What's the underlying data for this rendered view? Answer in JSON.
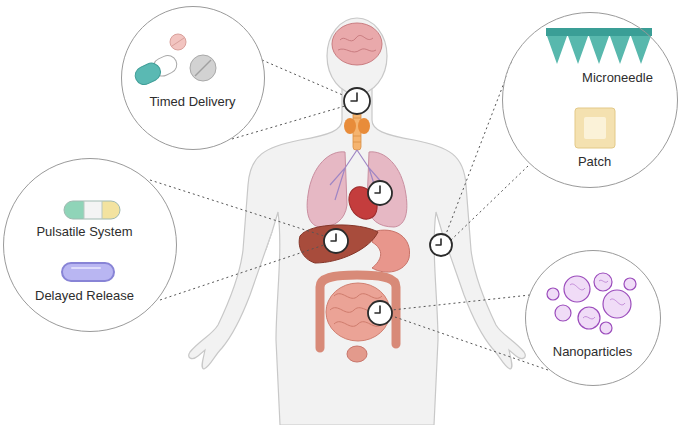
{
  "diagram": {
    "nodes": [
      {
        "text": [
          "Timed Delivery"
        ]
      },
      {
        "text": [
          "Microneedle",
          "Patch"
        ]
      },
      {
        "text": [
          "Pulsatile System",
          "Delayed Release"
        ]
      },
      {
        "text": [
          "Nanoparticles"
        ]
      }
    ]
  }
}
